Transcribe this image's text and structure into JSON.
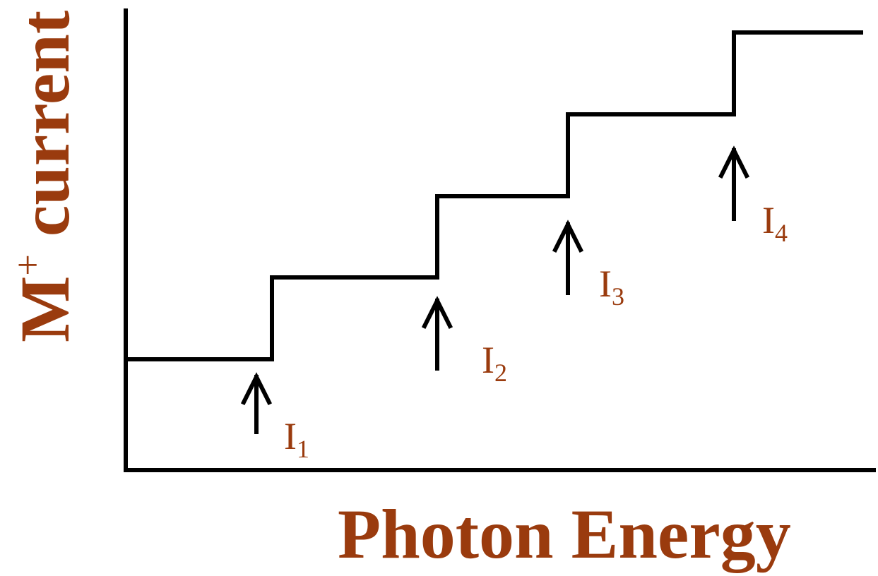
{
  "colors": {
    "line": "#000000",
    "text": "#9a3b0e",
    "background": "#ffffff"
  },
  "y_axis": {
    "label_main": "M",
    "label_sup": "+",
    "label_rest": " current"
  },
  "x_axis": {
    "label": "Photon Energy"
  },
  "markers": [
    {
      "label": "I",
      "sub": "1"
    },
    {
      "label": "I",
      "sub": "2"
    },
    {
      "label": "I",
      "sub": "3"
    },
    {
      "label": "I",
      "sub": "4"
    }
  ]
}
